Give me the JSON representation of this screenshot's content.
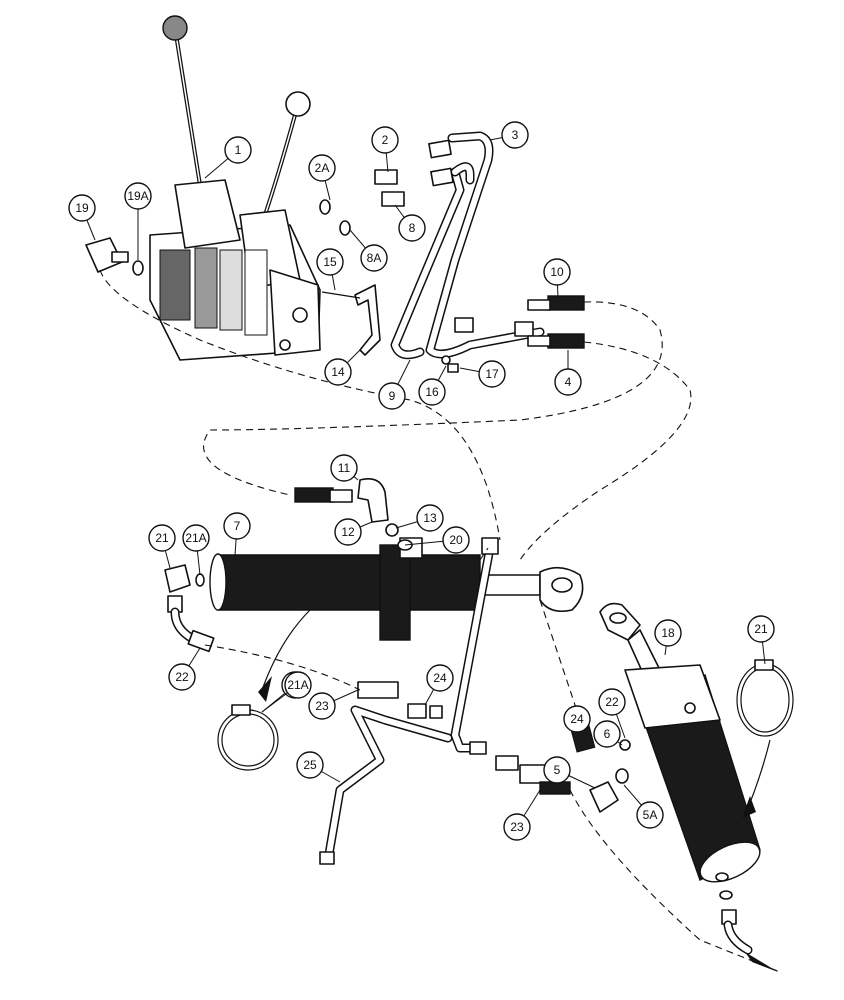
{
  "callouts": [
    "1",
    "2",
    "2A",
    "3",
    "19",
    "19A",
    "8",
    "8A",
    "15",
    "10",
    "14",
    "9",
    "16",
    "17",
    "4",
    "11",
    "12",
    "13",
    "20",
    "7",
    "21",
    "21A",
    "22",
    "18",
    "24",
    "25",
    "23",
    "5",
    "6",
    "5A"
  ]
}
